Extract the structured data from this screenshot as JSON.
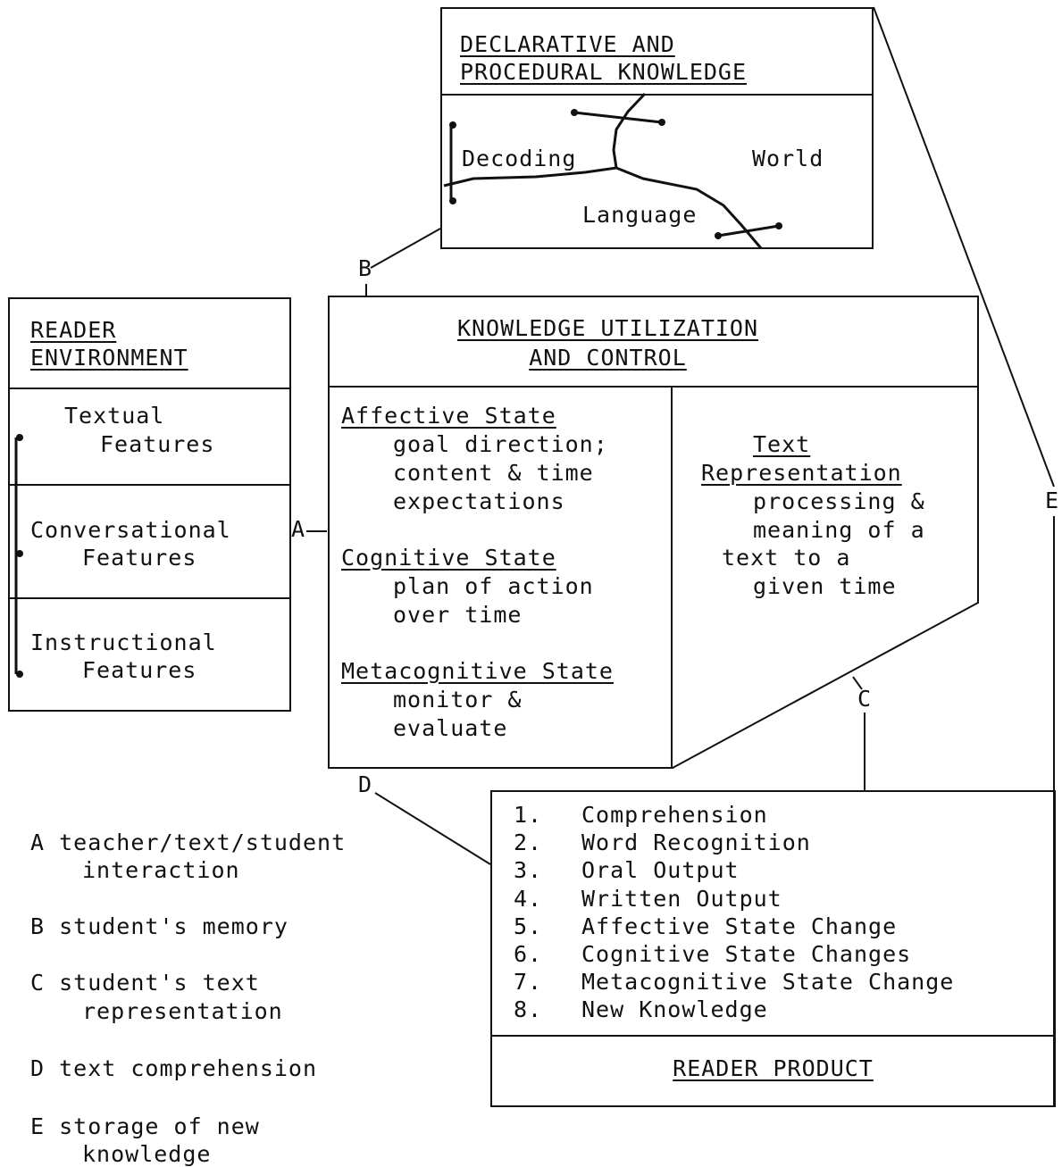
{
  "declarative": {
    "title_line1": "DECLARATIVE AND",
    "title_line2": "PROCEDURAL KNOWLEDGE",
    "decoding": "Decoding",
    "world": "World",
    "language": "Language"
  },
  "reader_environment": {
    "title_line1": "READER",
    "title_line2": "ENVIRONMENT",
    "sections": [
      {
        "line1": "Textual",
        "line2": "Features"
      },
      {
        "line1": "Conversational",
        "line2": "Features"
      },
      {
        "line1": "Instructional",
        "line2": "Features"
      }
    ]
  },
  "knowledge_utilization": {
    "title_line1": "KNOWLEDGE UTILIZATION",
    "title_line2": "AND CONTROL",
    "affective": {
      "heading": "Affective State",
      "line1": "goal direction;",
      "line2": "content & time",
      "line3": "expectations"
    },
    "cognitive": {
      "heading": "Cognitive State",
      "line1": "plan of action",
      "line2": "over time"
    },
    "metacognitive": {
      "heading": "Metacognitive State",
      "line1": "monitor &",
      "line2": "evaluate"
    },
    "text_rep": {
      "heading1": "Text",
      "heading2": "Representation",
      "line1": "processing &",
      "line2": "meaning of a",
      "line3": "text to a",
      "line4": "given time"
    }
  },
  "reader_product": {
    "items": [
      {
        "num": "1.",
        "text": "Comprehension"
      },
      {
        "num": "2.",
        "text": "Word Recognition"
      },
      {
        "num": "3.",
        "text": "Oral Output"
      },
      {
        "num": "4.",
        "text": "Written Output"
      },
      {
        "num": "5.",
        "text": "Affective State Change"
      },
      {
        "num": "6.",
        "text": "Cognitive State Changes"
      },
      {
        "num": "7.",
        "text": "Metacognitive State Change"
      },
      {
        "num": "8.",
        "text": "New Knowledge"
      }
    ],
    "title": "READER PRODUCT"
  },
  "connectors": {
    "a": "A",
    "b": "B",
    "c": "C",
    "d": "D",
    "e": "E"
  },
  "legend": [
    {
      "line1": "A teacher/text/student",
      "line2": "interaction"
    },
    {
      "line1": "B student's memory",
      "line2": ""
    },
    {
      "line1": "C student's text",
      "line2": "representation"
    },
    {
      "line1": "D text comprehension",
      "line2": ""
    },
    {
      "line1": "E storage of new",
      "line2": "knowledge"
    }
  ]
}
